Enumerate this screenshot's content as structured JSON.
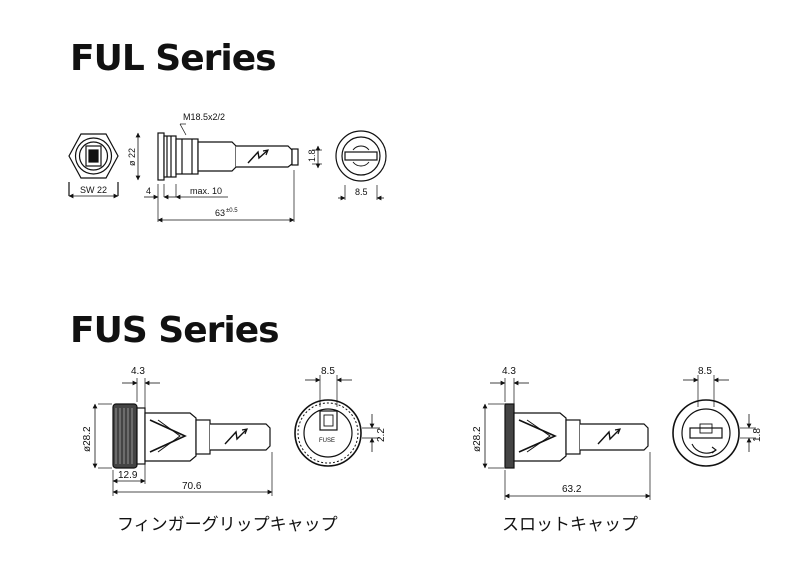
{
  "ful": {
    "title": "FUL Series",
    "dims": {
      "thread": "M18.5x2/2",
      "diameter": "ø 22",
      "width_flat": "1.8",
      "hex": "SW 22",
      "flange": "4",
      "max_length": "max. 10",
      "total": "63",
      "total_tol": "±0.5",
      "cap_width": "8.5"
    }
  },
  "fus": {
    "title": "FUS Series",
    "finger": {
      "caption": "フィンガーグリップキャップ",
      "flange": "4.3",
      "diameter": "ø28.2",
      "cap_depth": "12.9",
      "total": "70.6",
      "cap_width": "8.5",
      "slot": "2.2",
      "label": "FUSE"
    },
    "slot": {
      "caption": "スロットキャップ",
      "flange": "4.3",
      "diameter": "ø28.2",
      "total": "63.2",
      "cap_width": "8.5",
      "slot": "1.8"
    }
  }
}
